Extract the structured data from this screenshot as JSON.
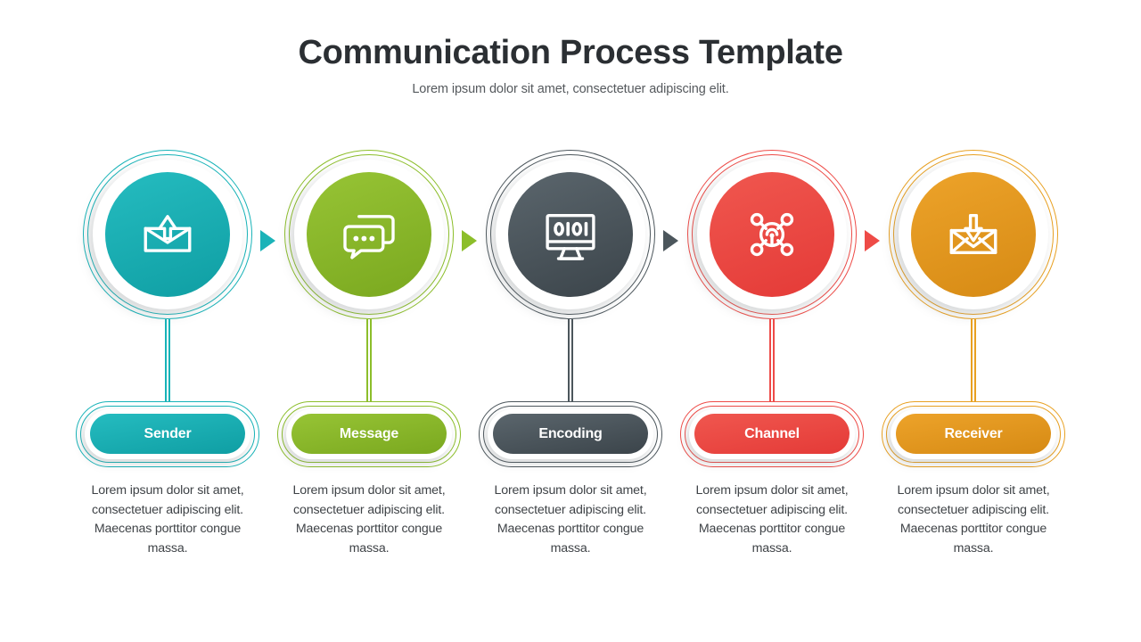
{
  "header": {
    "title": "Communication Process Template",
    "subtitle": "Lorem ipsum dolor sit amet, consectetuer adipiscing elit."
  },
  "common": {
    "description": "Lorem ipsum dolor sit amet, consectetuer adipiscing elit. Maecenas porttitor congue massa."
  },
  "stages": [
    {
      "label": "Sender",
      "icon": "envelope-up-icon",
      "color": "#17b3b8",
      "gradient_from": "#25bcc0",
      "gradient_to": "#0f9ea3",
      "arrow_color": "#1bb3b8",
      "description": "Lorem ipsum dolor sit amet, consectetuer adipiscing elit. Maecenas porttitor congue massa."
    },
    {
      "label": "Message",
      "icon": "chat-bubbles-icon",
      "color": "#8cbe2a",
      "gradient_from": "#97c435",
      "gradient_to": "#7aa81f",
      "arrow_color": "#8cbe2a",
      "description": "Lorem ipsum dolor sit amet, consectetuer adipiscing elit. Maecenas porttitor congue massa."
    },
    {
      "label": "Encoding",
      "icon": "monitor-binary-icon",
      "color": "#4c565c",
      "gradient_from": "#5b666d",
      "gradient_to": "#3b444a",
      "arrow_color": "#4c565c",
      "description": "Lorem ipsum dolor sit amet, consectetuer adipiscing elit. Maecenas porttitor congue massa."
    },
    {
      "label": "Channel",
      "icon": "network-broadcast-icon",
      "color": "#ee4b47",
      "gradient_from": "#f0574f",
      "gradient_to": "#e43a37",
      "arrow_color": "#ee4b47",
      "description": "Lorem ipsum dolor sit amet, consectetuer adipiscing elit. Maecenas porttitor congue massa."
    },
    {
      "label": "Receiver",
      "icon": "envelope-down-icon",
      "color": "#e8a021",
      "gradient_from": "#eda32a",
      "gradient_to": "#d68a14",
      "arrow_color": "#e8a021",
      "description": "Lorem ipsum dolor sit amet, consectetuer adipiscing elit. Maecenas porttitor congue massa."
    }
  ]
}
